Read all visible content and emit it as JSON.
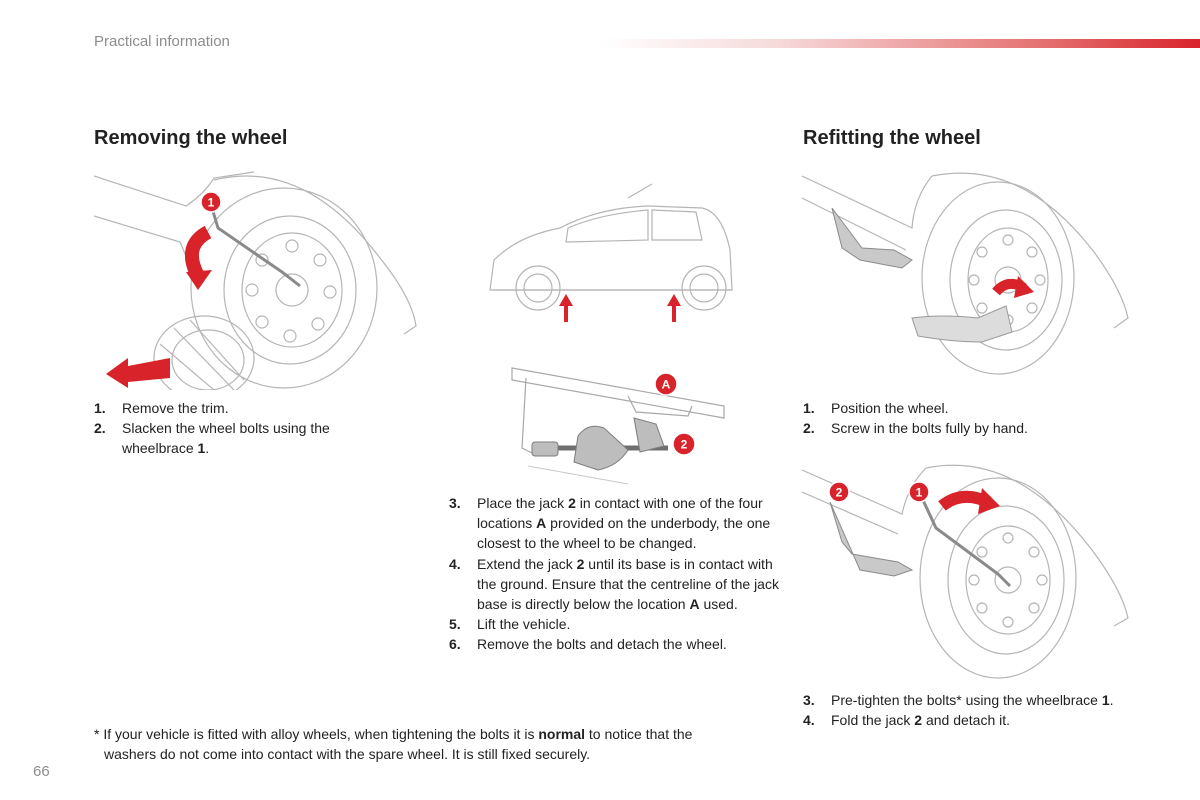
{
  "header": {
    "section": "Practical information"
  },
  "page_number": "66",
  "removing": {
    "title": "Removing the wheel",
    "steps": [
      {
        "num": "1.",
        "parts": [
          "Remove the trim."
        ]
      },
      {
        "num": "2.",
        "parts": [
          "Slacken the wheel bolts using the wheelbrace ",
          "1",
          "."
        ]
      }
    ]
  },
  "middle": {
    "steps": [
      {
        "num": "3.",
        "parts": [
          "Place the jack ",
          "2",
          " in contact with one of the four locations ",
          "A",
          " provided on the underbody, the one closest to the wheel to be changed."
        ]
      },
      {
        "num": "4.",
        "parts": [
          "Extend the jack ",
          "2",
          " until its base is in contact with the ground. Ensure that the centreline of the jack base is directly below the location ",
          "A",
          " used."
        ]
      },
      {
        "num": "5.",
        "parts": [
          "Lift the vehicle."
        ]
      },
      {
        "num": "6.",
        "parts": [
          "Remove the bolts and detach the wheel."
        ]
      }
    ]
  },
  "refitting": {
    "title": "Refitting the wheel",
    "steps_top": [
      {
        "num": "1.",
        "parts": [
          "Position the wheel."
        ]
      },
      {
        "num": "2.",
        "parts": [
          "Screw in the bolts fully by hand."
        ]
      }
    ],
    "steps_bottom": [
      {
        "num": "3.",
        "parts": [
          "Pre-tighten the bolts* using the wheelbrace ",
          "1",
          "."
        ]
      },
      {
        "num": "4.",
        "parts": [
          "Fold the jack ",
          "2",
          " and detach it."
        ]
      }
    ]
  },
  "footnote": {
    "line1_a": "* If your vehicle is fitted with alloy wheels, when tightening the bolts it is ",
    "line1_bold": "normal",
    "line1_b": " to notice that the",
    "line2": "washers do not come into contact with the spare wheel. It is still fixed securely."
  },
  "callouts": {
    "one": "1",
    "two": "2",
    "a": "A"
  },
  "colors": {
    "accent": "#d8232a",
    "header_grey": "#8d8d8d",
    "line_grey": "#b5b5b5",
    "text": "#222222"
  }
}
